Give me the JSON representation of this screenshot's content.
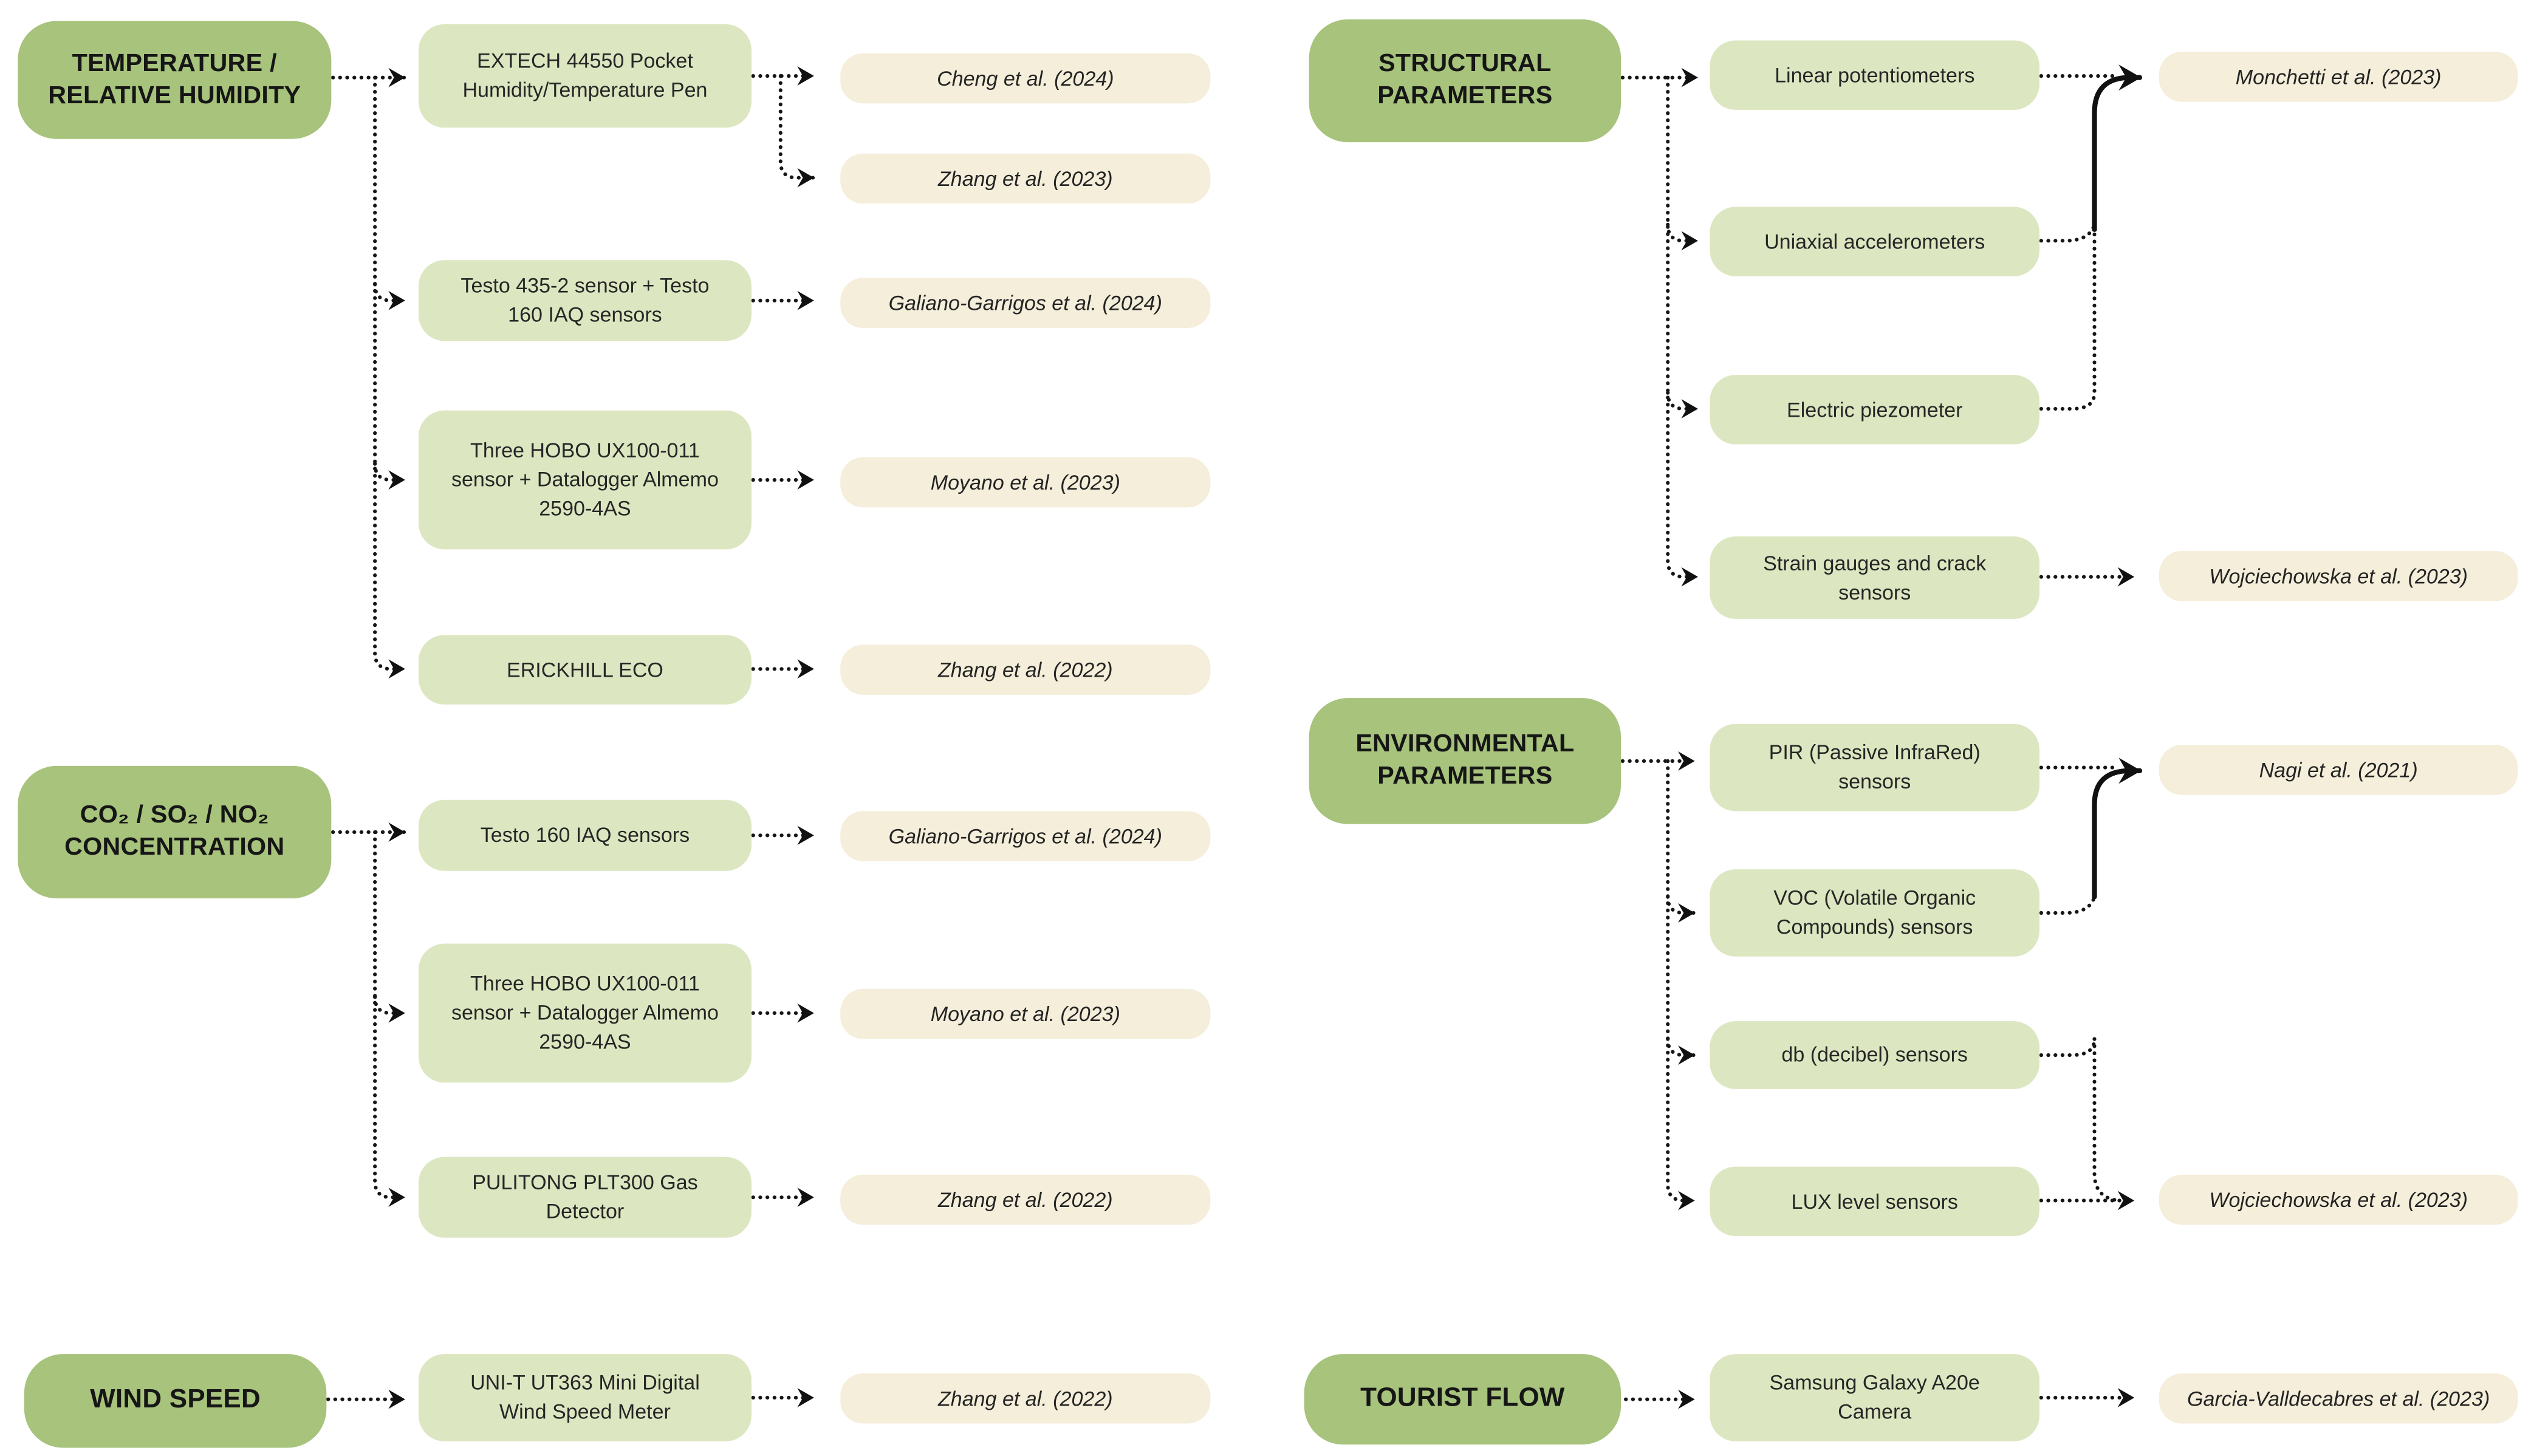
{
  "title": "Monitoring parameters, sensors and references diagram",
  "colors": {
    "category_fill": "#a7c37c",
    "sensor_fill": "#dce7c1",
    "reference_fill": "#f4eeda",
    "line": "#161616",
    "background": "#ffffff"
  },
  "nodes": {
    "cat_temp": {
      "label": "TEMPERATURE /\nRELATIVE HUMIDITY"
    },
    "cat_co2": {
      "label": "CO₂ / SO₂ / NO₂\nCONCENTRATION"
    },
    "cat_wind": {
      "label": "WIND SPEED"
    },
    "cat_struct": {
      "label": "STRUCTURAL\nPARAMETERS"
    },
    "cat_env": {
      "label": "ENVIRONMENTAL\nPARAMETERS"
    },
    "cat_tourist": {
      "label": "TOURIST FLOW"
    },
    "extech": {
      "label": "EXTECH 44550 Pocket\nHumidity/Temperature Pen"
    },
    "testo435": {
      "label": "Testo 435-2 sensor + Testo\n160 IAQ sensors"
    },
    "hobo1": {
      "label": "Three HOBO UX100-011\nsensor + Datalogger Almemo\n2590-4AS"
    },
    "erickhill": {
      "label": "ERICKHILL ECO"
    },
    "testo160": {
      "label": "Testo 160 IAQ sensors"
    },
    "hobo2": {
      "label": "Three HOBO UX100-011\nsensor + Datalogger Almemo\n2590-4AS"
    },
    "pulitong": {
      "label": "PULITONG PLT300 Gas\nDetector"
    },
    "unit363": {
      "label": "UNI-T UT363 Mini Digital\nWind Speed Meter"
    },
    "linpot": {
      "label": "Linear potentiometers"
    },
    "uniax": {
      "label": "Uniaxial accelerometers"
    },
    "piezo": {
      "label": "Electric piezometer"
    },
    "strain": {
      "label": "Strain gauges and crack\nsensors"
    },
    "pir": {
      "label": "PIR (Passive InfraRed)\nsensors"
    },
    "voc": {
      "label": "VOC (Volatile Organic\nCompounds) sensors"
    },
    "db": {
      "label": "db (decibel) sensors"
    },
    "lux": {
      "label": "LUX level sensors"
    },
    "samsung": {
      "label": "Samsung Galaxy A20e\nCamera"
    },
    "cheng": {
      "label": "Cheng et al. (2024)"
    },
    "zhang23": {
      "label": "Zhang et al. (2023)"
    },
    "galiano1": {
      "label": "Galiano-Garrigos et al. (2024)"
    },
    "moyano1": {
      "label": "Moyano et al. (2023)"
    },
    "zhang22a": {
      "label": "Zhang et al. (2022)"
    },
    "galiano2": {
      "label": "Galiano-Garrigos et al. (2024)"
    },
    "moyano2": {
      "label": "Moyano et al. (2023)"
    },
    "zhang22b": {
      "label": "Zhang et al. (2022)"
    },
    "zhang22c": {
      "label": "Zhang et al. (2022)"
    },
    "monchetti": {
      "label": "Monchetti et al. (2023)"
    },
    "wojciech1": {
      "label": "Wojciechowska et al. (2023)"
    },
    "nagi": {
      "label": "Nagi et al. (2021)"
    },
    "wojciech2": {
      "label": "Wojciechowska et al. (2023)"
    },
    "garcia": {
      "label": "Garcia-Valldecabres et al. (2023)"
    }
  }
}
